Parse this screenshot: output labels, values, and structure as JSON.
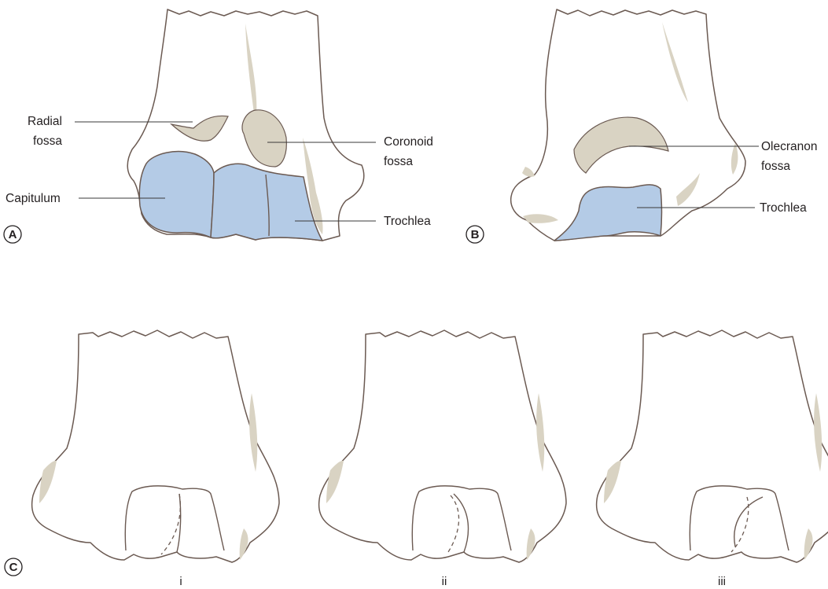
{
  "panels": {
    "a": {
      "letter": "A",
      "labels": {
        "radial_fossa_1": "Radial",
        "radial_fossa_2": "fossa",
        "capitulum": "Capitulum",
        "coronoid_fossa_1": "Coronoid",
        "coronoid_fossa_2": "fossa",
        "trochlea": "Trochlea"
      }
    },
    "b": {
      "letter": "B",
      "labels": {
        "olecranon_fossa_1": "Olecranon",
        "olecranon_fossa_2": "fossa",
        "trochlea": "Trochlea"
      }
    },
    "c": {
      "letter": "C",
      "captions": [
        "i",
        "ii",
        "iii"
      ]
    }
  },
  "colors": {
    "cartilage": "#b4cbe6",
    "bone": "#ffffff",
    "shading": "#d9d3c3",
    "outline": "#6b5a52"
  }
}
